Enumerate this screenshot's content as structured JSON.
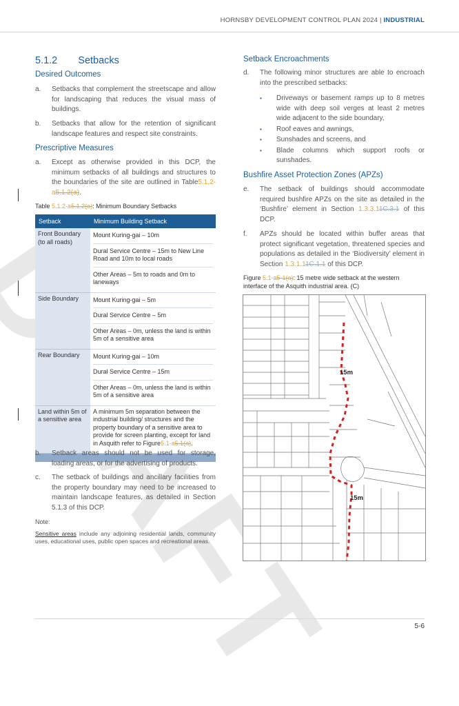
{
  "header": {
    "title": "HORNSBY DEVELOPMENT CONTROL PLAN 2024",
    "separator": " | ",
    "section": "INDUSTRIAL"
  },
  "section": {
    "number": "5.1.2",
    "title": "Setbacks"
  },
  "desired_outcomes": {
    "heading": "Desired Outcomes",
    "items": [
      {
        "label": "a.",
        "text": "Setbacks that complement the streetscape and allow for landscaping that reduces the visual mass of buildings."
      },
      {
        "label": "b.",
        "text": "Setbacks that allow for the retention of significant landscape features and respect site constraints."
      }
    ]
  },
  "prescriptive": {
    "heading": "Prescriptive Measures",
    "item_a": {
      "label": "a.",
      "text": "Except as otherwise provided in this DCP, the minimum setbacks of all buildings and structures to the boundaries of the site are outlined in Table",
      "ins": "5.1.2-a",
      "del": "5.1.2(a)",
      "end": "."
    }
  },
  "table": {
    "caption_prefix": "Table ",
    "caption_ins": "5.1.2-a",
    "caption_del": "5.1.2(a)",
    "caption_text": ": Minimum Boundary Setbacks",
    "headers": [
      "Setback",
      "Minimum Building Setback"
    ],
    "rows": [
      {
        "label": "Front Boundary (to all roads)",
        "lines": [
          "Mount Kuring-gai – 10m",
          "Dural Service Centre – 15m to New Line Road and 10m to local roads",
          "Other Areas – 5m to roads and 0m to laneways"
        ]
      },
      {
        "label": "Side Boundary",
        "lines": [
          "Mount Kuring-gai – 5m",
          "Dural Service Centre – 5m",
          "Other Areas – 0m, unless the land is within 5m of a sensitive area"
        ]
      },
      {
        "label": "Rear Boundary",
        "lines": [
          "Mount Kuring-gai – 10m",
          "Dural Service Centre – 15m",
          "Other Areas – 0m, unless the land is within 5m of a sensitive area"
        ]
      }
    ],
    "last_row": {
      "label": "Land within 5m of a sensitive area",
      "text": "A minimum 5m separation between the industrial building/ structures and the property boundary of a sensitive area to provide for screen planting, except for land in Asquith refer to Figure",
      "ins": "5.1-a",
      "del": "5.1(a)",
      "end": "."
    }
  },
  "after_table": [
    {
      "label": "b.",
      "text": "Setback areas should not be used for storage, loading areas, or for the advertising of products."
    },
    {
      "label": "c.",
      "text": "The setback of buildings and ancillary facilities from the property boundary may need to be increased to maintain landscape features, as detailed in Section 5.1.3 of this DCP."
    }
  ],
  "note": {
    "label": "Note:",
    "term": "Sensitive areas",
    "text": " include any adjoining residential lands, community uses, educational uses, public open spaces and recreational areas."
  },
  "encroachments": {
    "heading": "Setback Encroachments",
    "item_d": {
      "label": "d.",
      "text": "The following minor structures are able to encroach into the prescribed setbacks:"
    },
    "bullets": [
      "Driveways or basement ramps up to 8 metres wide with deep soil verges at least 2 metres wide adjacent to the side boundary,",
      "Roof eaves and awnings,",
      "Sunshades and screens, and",
      "Blade columns which support roofs or sunshades."
    ],
    "bullet_glyph": "▪"
  },
  "bushfire": {
    "heading": "Bushfire Asset Protection Zones (APZs)",
    "item_e": {
      "label": "e.",
      "text": "The setback of buildings should accommodate required bushfire APZs on the site as detailed in the ‘Bushfire’ element in Section ",
      "ins": "1.3.3.1",
      "del": "1C.3.1",
      "end": " of this DCP."
    },
    "item_f": {
      "label": "f.",
      "text": "APZs should be located within buffer areas that protect significant vegetation, threatened species and populations as detailed in the ‘Biodiversity’ element in Section ",
      "ins": "1.3.1.1",
      "del": "1C.1.1",
      "end": " of this DCP."
    }
  },
  "figure": {
    "prefix": "Figure ",
    "ins1": "5.1-a",
    "del1": "5-1",
    "del2": "(a)",
    "caption": ":  15 metre wide setback at the western interface of the Asquith industrial area. (C)",
    "labels": [
      "15m",
      "15m"
    ]
  },
  "watermark": "DRAFT",
  "page_number": "5-6",
  "colors": {
    "accent": "#1a5fa3",
    "table_header": "#1d5d94",
    "table_label_bg": "#dbe4ef",
    "insert": "#e3a232",
    "setback_line": "#d62020"
  }
}
